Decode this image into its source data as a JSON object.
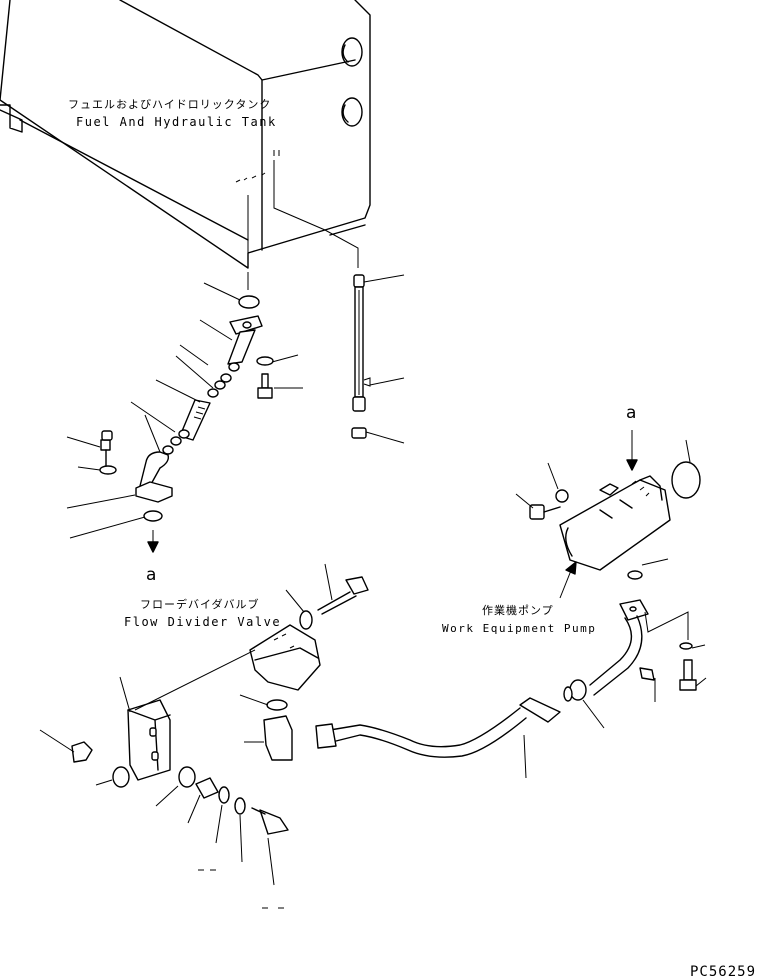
{
  "labels": {
    "tank_jp": "フュエルおよびハイドロリックタンク",
    "tank_en": "Fuel And Hydraulic Tank",
    "valve_jp": "フローデバイダバルブ",
    "valve_en": "Flow Divider Valve",
    "pump_jp": "作業機ポンプ",
    "pump_en": "Work Equipment Pump",
    "ref_a_top": "a",
    "ref_a_left": "a",
    "drawing_code": "PC56259"
  }
}
